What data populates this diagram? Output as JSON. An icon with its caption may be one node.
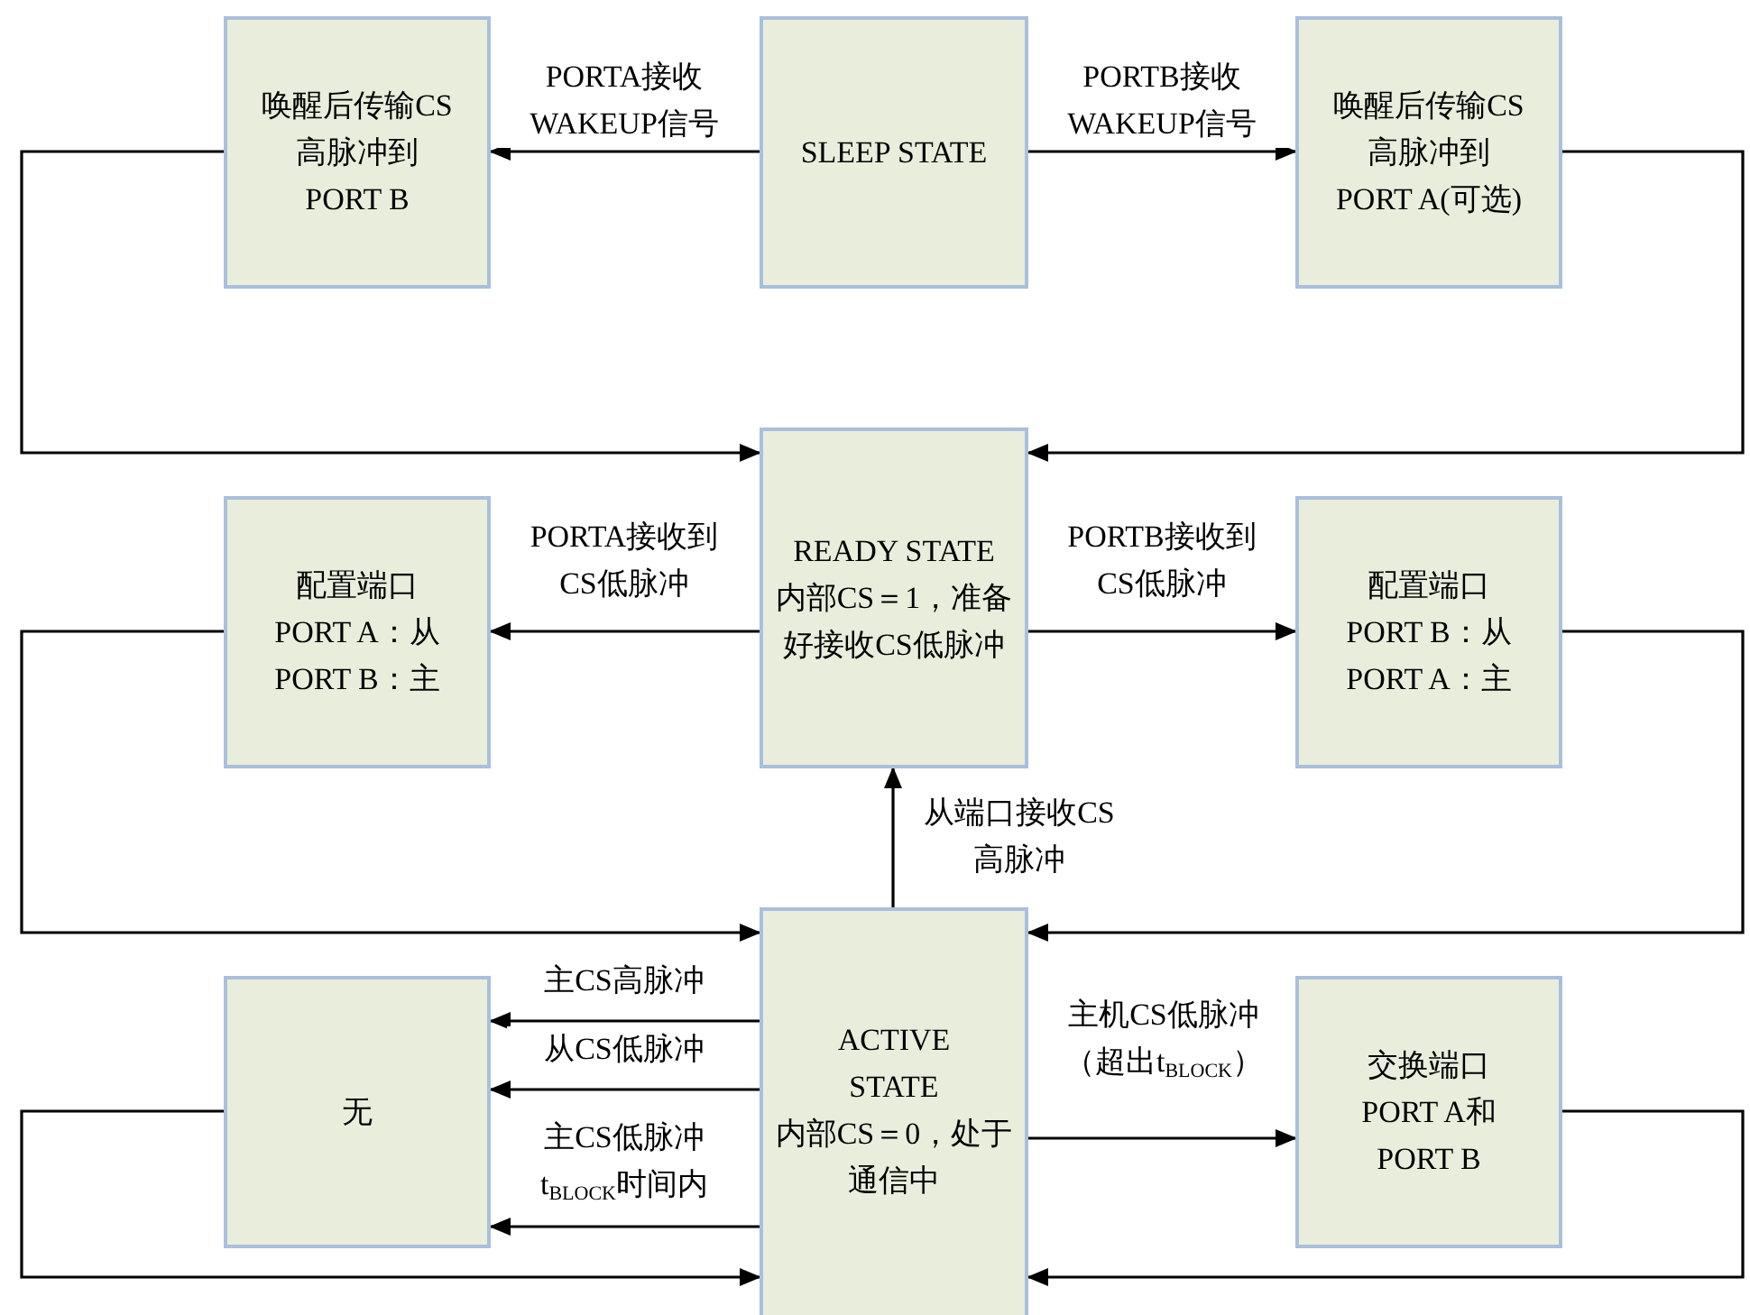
{
  "diagram": {
    "nodes": [
      {
        "text": [
          "唤醒后传输CS 高脉冲到 PORT B"
        ]
      },
      {
        "text": [
          "SLEEP STATE"
        ]
      },
      {
        "text": [
          "唤醒后传输CS 高脉冲到 PORT A(可选)"
        ]
      },
      {
        "text": [
          "配置端口 PORT A：从 PORT B：主"
        ]
      },
      {
        "text": [
          "READY STATE",
          "内部CS＝1，准备好接收CS低脉冲"
        ]
      },
      {
        "text": [
          "配置端口 PORT B：从 PORT A：主"
        ]
      },
      {
        "text": [
          "无"
        ]
      },
      {
        "text": [
          "ACTIVE STATE",
          "内部CS＝0，处于通信中"
        ]
      },
      {
        "text": [
          "交换端口 PORT A和 PORT B"
        ]
      }
    ],
    "edges": [
      {
        "from": 1,
        "to": 0,
        "arrow": "to",
        "label": "PORTA接收 WAKEUP信号"
      },
      {
        "from": 1,
        "to": 2,
        "arrow": "to",
        "label": "PORTB接收 WAKEUP信号"
      },
      {
        "from": 0,
        "to": 4,
        "arrow": "to"
      },
      {
        "from": 2,
        "to": 4,
        "arrow": "to"
      },
      {
        "from": 4,
        "to": 3,
        "arrow": "to",
        "label": "PORTA接收到 CS低脉冲"
      },
      {
        "from": 4,
        "to": 5,
        "arrow": "to",
        "label": "PORTB接收到 CS低脉冲"
      },
      {
        "from": 3,
        "to": 7,
        "arrow": "to"
      },
      {
        "from": 5,
        "to": 7,
        "arrow": "to"
      },
      {
        "from": 7,
        "to": 4,
        "arrow": "to",
        "label": "从端口接收CS 高脉冲"
      },
      {
        "from": 7,
        "to": 6,
        "arrow": "to",
        "label": "主CS高脉冲"
      },
      {
        "from": 7,
        "to": 6,
        "arrow": "to",
        "label": "从CS低脉冲"
      },
      {
        "from": 7,
        "to": 6,
        "arrow": "to",
        "label": "主CS低脉冲 t$_{BLOCK}$时间内"
      },
      {
        "from": 7,
        "to": 8,
        "arrow": "to",
        "label": "主机CS低脉冲（超出t$_{BLOCK}$）"
      },
      {
        "from": 6,
        "to": 7,
        "arrow": "to"
      },
      {
        "from": 8,
        "to": 7,
        "arrow": "to"
      }
    ]
  }
}
